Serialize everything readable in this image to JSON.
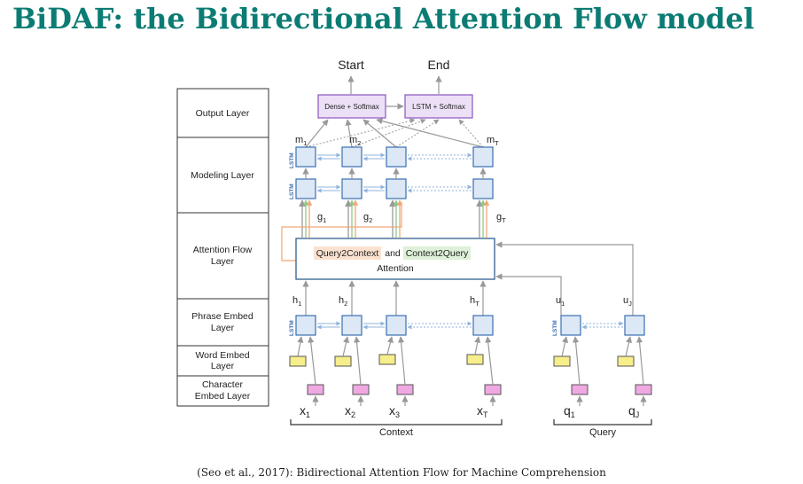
{
  "title": "BiDAF: the Bidirectional Attention Flow model",
  "citation": "(Seo et al., 2017): Bidirectional Attention Flow for Machine Comprehension",
  "layers": {
    "output": "Output Layer",
    "modeling": "Modeling Layer",
    "attention_1": "Attention Flow",
    "attention_2": "Layer",
    "phrase_1": "Phrase Embed",
    "phrase_2": "Layer",
    "word_1": "Word Embed",
    "word_2": "Layer",
    "char_1": "Character",
    "char_2": "Embed Layer"
  },
  "outputs": {
    "start": "Start",
    "end": "End",
    "dense_softmax": "Dense + Softmax",
    "lstm_softmax": "LSTM + Softmax"
  },
  "lstm_tag": "LSTM",
  "m_labels": {
    "m1": "m",
    "m1_sub": "1",
    "m2": "m",
    "m2_sub": "2",
    "mT": "m",
    "mT_sub": "T"
  },
  "g_labels": {
    "g1": "g",
    "g1_sub": "1",
    "g2": "g",
    "g2_sub": "2",
    "gT": "g",
    "gT_sub": "T"
  },
  "attention": {
    "q2c": "Query2Context",
    "and": "and",
    "c2q": "Context2Query",
    "attention_word": "Attention"
  },
  "h_labels": {
    "h1": "h",
    "h1_sub": "1",
    "h2": "h",
    "h2_sub": "2",
    "hT": "h",
    "hT_sub": "T"
  },
  "u_labels": {
    "u1": "u",
    "u1_sub": "1",
    "uJ": "u",
    "uJ_sub": "J"
  },
  "inputs": {
    "x1": "x",
    "x1_sub": "1",
    "x2": "x",
    "x2_sub": "2",
    "x3": "x",
    "x3_sub": "3",
    "xT": "x",
    "xT_sub": "T",
    "q1": "q",
    "q1_sub": "1",
    "qJ": "q",
    "qJ_sub": "J"
  },
  "groups": {
    "context": "Context",
    "query": "Query"
  },
  "colors": {
    "title": "#0b7c74",
    "lstm_fill": "#dce8f6",
    "lstm_stroke": "#3a6fb0",
    "softmax_fill": "#ece0f6",
    "softmax_stroke": "#8a55c0",
    "word_embed": "#f6ee8a",
    "char_embed": "#f0a8e2",
    "q2c_bg": "#fbe2d0",
    "c2q_bg": "#def0d8",
    "orange": "#f0a878",
    "green": "#8ec98a",
    "arrow": "#999999"
  }
}
